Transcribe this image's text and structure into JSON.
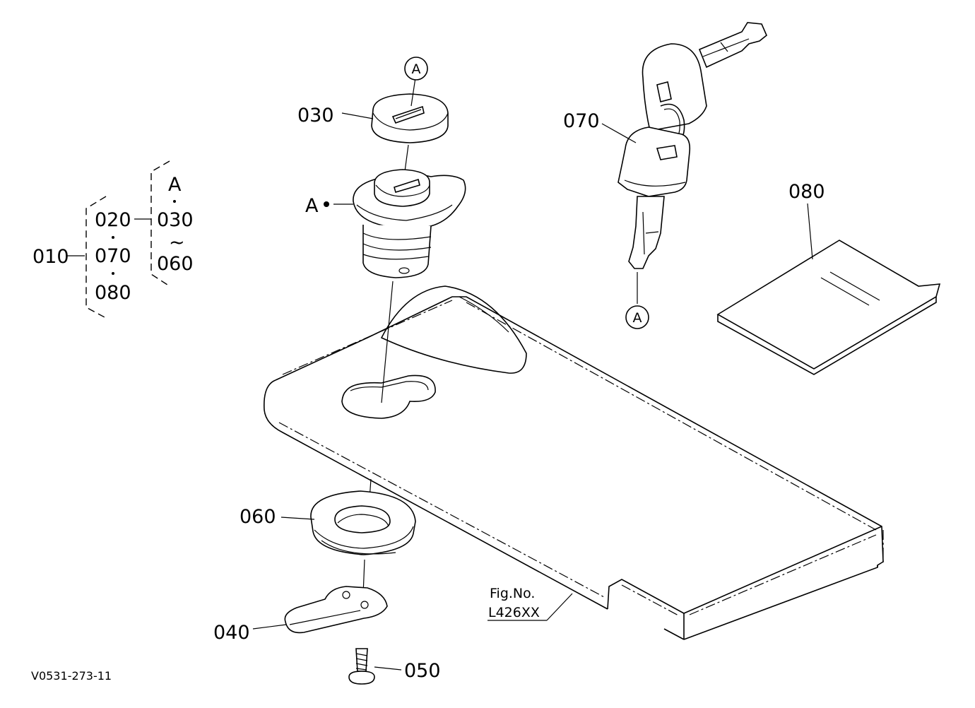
{
  "figure_code": "V0531-273-11",
  "fig_no": {
    "line1": "Fig.No.",
    "line2": "L426XX"
  },
  "callouts": {
    "p010": "010",
    "p020": "020",
    "p030": "030",
    "p040": "040",
    "p050": "050",
    "p060": "060",
    "p070": "070",
    "p080": "080"
  },
  "tree": {
    "root": "010",
    "group1": [
      "020",
      "070",
      "080"
    ],
    "group2_top": "A",
    "group2_mid": "030",
    "group2_tilde": "~",
    "group2_bottom": "060"
  },
  "ref_markers": {
    "cap_ref": "A",
    "key_ref": "A",
    "cylinder_ref": "A"
  }
}
